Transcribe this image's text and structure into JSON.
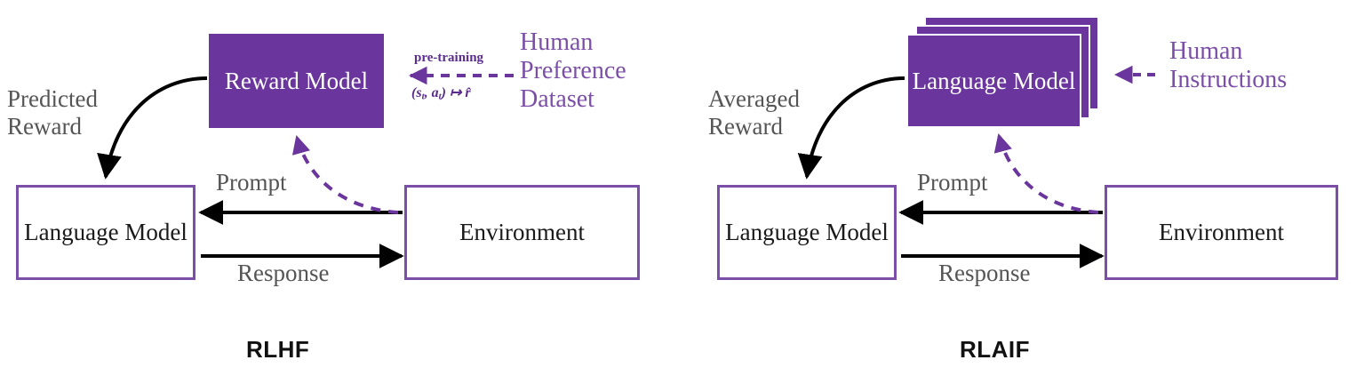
{
  "diagram": {
    "title_left": "RLHF",
    "title_right": "RLAIF",
    "colors": {
      "fill_purple": "#6a359c",
      "border_purple": "#7b4fa8",
      "text_purple": "#7b4fa8",
      "label_gray": "#555555",
      "arrow_black": "#000000",
      "caption_black": "#111111"
    }
  },
  "left_panel": {
    "caption": "RLHF",
    "nodes": {
      "reward_model": "Reward\nModel",
      "language_model": "Language\nModel",
      "environment": "Environment"
    },
    "edges": {
      "predicted_reward": "Predicted\nReward",
      "prompt": "Prompt",
      "response": "Response",
      "pre_training": "pre-training",
      "mapping_prefix": "(s",
      "mapping": "(s_t, a_t) ↦ r̂"
    },
    "dataset_label": "Human\nPreference\nDataset"
  },
  "right_panel": {
    "caption": "RLAIF",
    "nodes": {
      "language_model_stack": "Language\nModel",
      "language_model": "Language\nModel",
      "environment": "Environment"
    },
    "edges": {
      "averaged_reward": "Averaged\nReward",
      "prompt": "Prompt",
      "response": "Response"
    },
    "instructions_label": "Human\nInstructions"
  },
  "math": {
    "s": "s",
    "a": "a",
    "t1": "t",
    "t2": "t",
    "open": "(",
    "comma": ", ",
    "close": ")",
    "maps_to": " ↦ ",
    "rhat": "r̂"
  }
}
